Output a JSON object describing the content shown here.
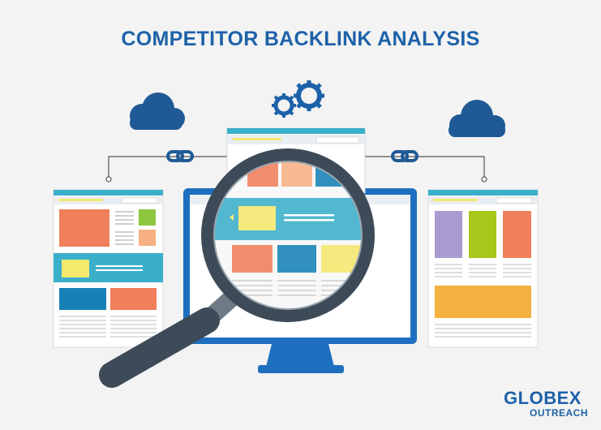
{
  "title": "COMPETITOR BACKLINK ANALYSIS",
  "logo": {
    "brand": "GLOBEX",
    "tagline": "OUTREACH"
  },
  "colors": {
    "brand_blue": "#1d62a8",
    "cloud": "#1f5a96",
    "monitor": "#1e6fc0",
    "teal": "#3aafca",
    "orange": "#f07f5b",
    "light_orange": "#f7b183",
    "green": "#8ec63f",
    "lime": "#a7c71a",
    "yellow": "#f4e86d",
    "purple": "#a99ad0",
    "mustard": "#f4b13f",
    "dark_blue_block": "#1681b6",
    "handle": "#3d4b59"
  },
  "icons": [
    "cloud-icon",
    "gear-icon",
    "chain-link-icon",
    "magnifying-glass-icon",
    "monitor-icon",
    "webpage-icon"
  ]
}
